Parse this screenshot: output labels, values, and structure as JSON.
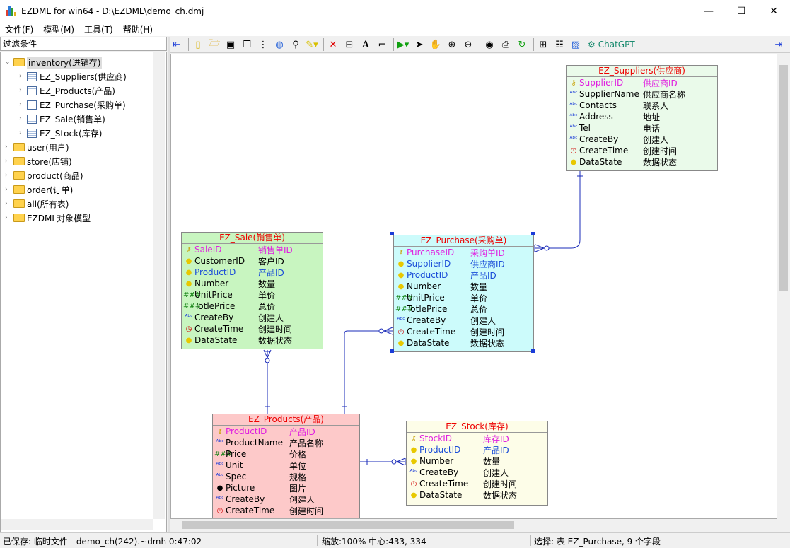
{
  "window": {
    "title": "EZDML for win64 - D:\\EZDML\\demo_ch.dmj"
  },
  "menu": [
    "文件(F)",
    "模型(M)",
    "工具(T)",
    "帮助(H)"
  ],
  "filter_label": "过滤条件",
  "tree": {
    "root": "inventory(进销存)",
    "children": [
      "EZ_Suppliers(供应商)",
      "EZ_Products(产品)",
      "EZ_Purchase(采购单)",
      "EZ_Sale(销售单)",
      "EZ_Stock(库存)"
    ],
    "folders": [
      "user(用户)",
      "store(店铺)",
      "product(商品)",
      "order(订单)",
      "all(所有表)",
      "EZDML对象模型"
    ]
  },
  "toolbar": {
    "chatgpt_label": "ChatGPT"
  },
  "tables": {
    "suppliers": {
      "title": "EZ_Suppliers(供应商)",
      "bg": "#eafaea",
      "fields": [
        {
          "icon": "key",
          "name": "SupplierID",
          "comment": "供应商ID",
          "kind": "pk"
        },
        {
          "icon": "abc",
          "name": "SupplierName",
          "comment": "供应商名称",
          "kind": ""
        },
        {
          "icon": "abc",
          "name": "Contacts",
          "comment": "联系人",
          "kind": ""
        },
        {
          "icon": "abc",
          "name": "Address",
          "comment": "地址",
          "kind": ""
        },
        {
          "icon": "abc",
          "name": "Tel",
          "comment": "电话",
          "kind": ""
        },
        {
          "icon": "abc",
          "name": "CreateBy",
          "comment": "创建人",
          "kind": ""
        },
        {
          "icon": "clock",
          "name": "CreateTime",
          "comment": "创建时间",
          "kind": ""
        },
        {
          "icon": "bulb",
          "name": "DataState",
          "comment": "数据状态",
          "kind": ""
        }
      ]
    },
    "sale": {
      "title": "EZ_Sale(销售单)",
      "bg": "#c8f5c0",
      "fields": [
        {
          "icon": "key",
          "name": "SaleID",
          "comment": "销售单ID",
          "kind": "pk"
        },
        {
          "icon": "bulb",
          "name": "CustomerID",
          "comment": "客户ID",
          "kind": ""
        },
        {
          "icon": "bulb",
          "name": "ProductID",
          "comment": "产品ID",
          "kind": "fk"
        },
        {
          "icon": "bulb",
          "name": "Number",
          "comment": "数量",
          "kind": ""
        },
        {
          "icon": "num",
          "name": "UnitPrice",
          "comment": "单价",
          "kind": ""
        },
        {
          "icon": "num",
          "name": "TotlePrice",
          "comment": "总价",
          "kind": ""
        },
        {
          "icon": "abc",
          "name": "CreateBy",
          "comment": "创建人",
          "kind": ""
        },
        {
          "icon": "clock",
          "name": "CreateTime",
          "comment": "创建时间",
          "kind": ""
        },
        {
          "icon": "bulb",
          "name": "DataState",
          "comment": "数据状态",
          "kind": ""
        }
      ]
    },
    "purchase": {
      "title": "EZ_Purchase(采购单)",
      "bg": "#ccfbfb",
      "fields": [
        {
          "icon": "key",
          "name": "PurchaseID",
          "comment": "采购单ID",
          "kind": "pk"
        },
        {
          "icon": "bulb",
          "name": "SupplierID",
          "comment": "供应商ID",
          "kind": "fk"
        },
        {
          "icon": "bulb",
          "name": "ProductID",
          "comment": "产品ID",
          "kind": "fk"
        },
        {
          "icon": "bulb",
          "name": "Number",
          "comment": "数量",
          "kind": ""
        },
        {
          "icon": "num",
          "name": "UnitPrice",
          "comment": "单价",
          "kind": ""
        },
        {
          "icon": "num",
          "name": "TotlePrice",
          "comment": "总价",
          "kind": ""
        },
        {
          "icon": "abc",
          "name": "CreateBy",
          "comment": "创建人",
          "kind": ""
        },
        {
          "icon": "clock",
          "name": "CreateTime",
          "comment": "创建时间",
          "kind": ""
        },
        {
          "icon": "bulb",
          "name": "DataState",
          "comment": "数据状态",
          "kind": ""
        }
      ]
    },
    "products": {
      "title": "EZ_Products(产品)",
      "bg": "#fdc9c9",
      "fields": [
        {
          "icon": "key",
          "name": "ProductID",
          "comment": "产品ID",
          "kind": "pk"
        },
        {
          "icon": "abc",
          "name": "ProductName",
          "comment": "产品名称",
          "kind": ""
        },
        {
          "icon": "num",
          "name": "Price",
          "comment": "价格",
          "kind": ""
        },
        {
          "icon": "abc",
          "name": "Unit",
          "comment": "单位",
          "kind": ""
        },
        {
          "icon": "abc",
          "name": "Spec",
          "comment": "规格",
          "kind": ""
        },
        {
          "icon": "dot",
          "name": "Picture",
          "comment": "图片",
          "kind": ""
        },
        {
          "icon": "abc",
          "name": "CreateBy",
          "comment": "创建人",
          "kind": ""
        },
        {
          "icon": "clock",
          "name": "CreateTime",
          "comment": "创建时间",
          "kind": ""
        }
      ]
    },
    "stock": {
      "title": "EZ_Stock(库存)",
      "bg": "#fdfde8",
      "fields": [
        {
          "icon": "key",
          "name": "StockID",
          "comment": "库存ID",
          "kind": "pk"
        },
        {
          "icon": "bulb",
          "name": "ProductID",
          "comment": "产品ID",
          "kind": "fk"
        },
        {
          "icon": "bulb",
          "name": "Number",
          "comment": "数量",
          "kind": ""
        },
        {
          "icon": "abc",
          "name": "CreateBy",
          "comment": "创建人",
          "kind": ""
        },
        {
          "icon": "clock",
          "name": "CreateTime",
          "comment": "创建时间",
          "kind": ""
        },
        {
          "icon": "bulb",
          "name": "DataState",
          "comment": "数据状态",
          "kind": ""
        }
      ]
    }
  },
  "status": {
    "saved": "已保存: 临时文件 - demo_ch(242).~dmh 0:47:02",
    "zoom": "缩放:100% 中心:433, 334",
    "selection": "选择: 表 EZ_Purchase, 9 个字段"
  }
}
